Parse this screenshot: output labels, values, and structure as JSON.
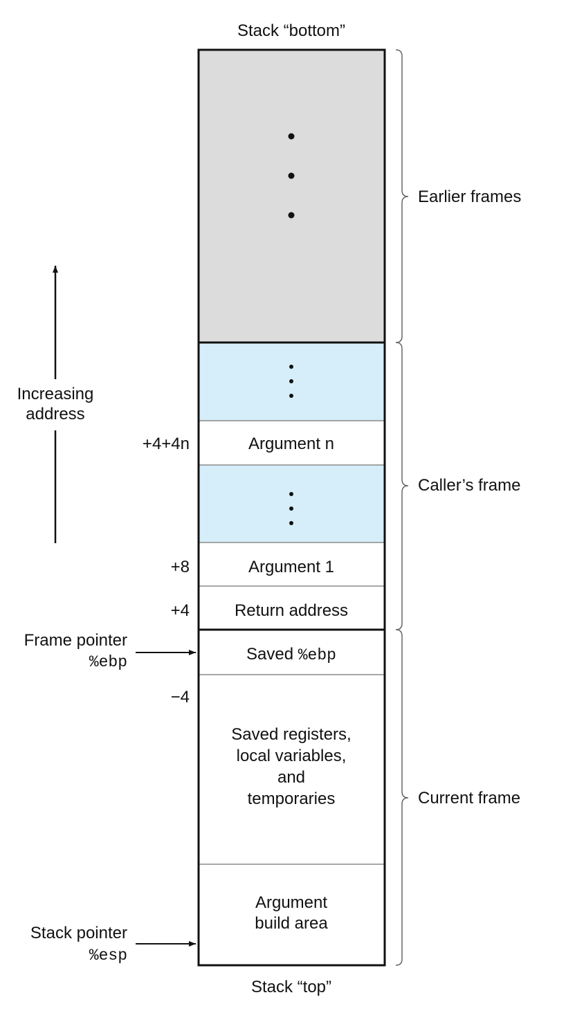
{
  "stack": {
    "bottom_label": "Stack “bottom”",
    "top_label": "Stack “top”"
  },
  "colors": {
    "earlier_frames_fill": "#dcdcdc",
    "ellipsis_fill": "#d6eef9",
    "cell_fill": "#ffffff",
    "border": "#111111",
    "divider": "#8a8a8a",
    "brace": "#666666"
  },
  "cells": {
    "argument_n": "Argument n",
    "argument_1": "Argument 1",
    "return_address": "Return address",
    "saved_ebp_prefix": "Saved ",
    "saved_ebp_reg": "%ebp",
    "locals": [
      "Saved registers,",
      "local variables,",
      "and",
      "temporaries"
    ],
    "build_area": [
      "Argument",
      "build area"
    ]
  },
  "offsets": {
    "argument_n": "+4+4n",
    "argument_1": "+8",
    "return_address": "+4",
    "locals": "−4"
  },
  "frames": {
    "earlier": "Earlier frames",
    "caller": "Caller’s frame",
    "current": "Current  frame"
  },
  "address_axis": {
    "line1": "Increasing",
    "line2": "address"
  },
  "pointers": {
    "frame_pointer": "Frame pointer",
    "frame_pointer_reg": "%ebp",
    "stack_pointer": "Stack pointer",
    "stack_pointer_reg": "%esp"
  }
}
